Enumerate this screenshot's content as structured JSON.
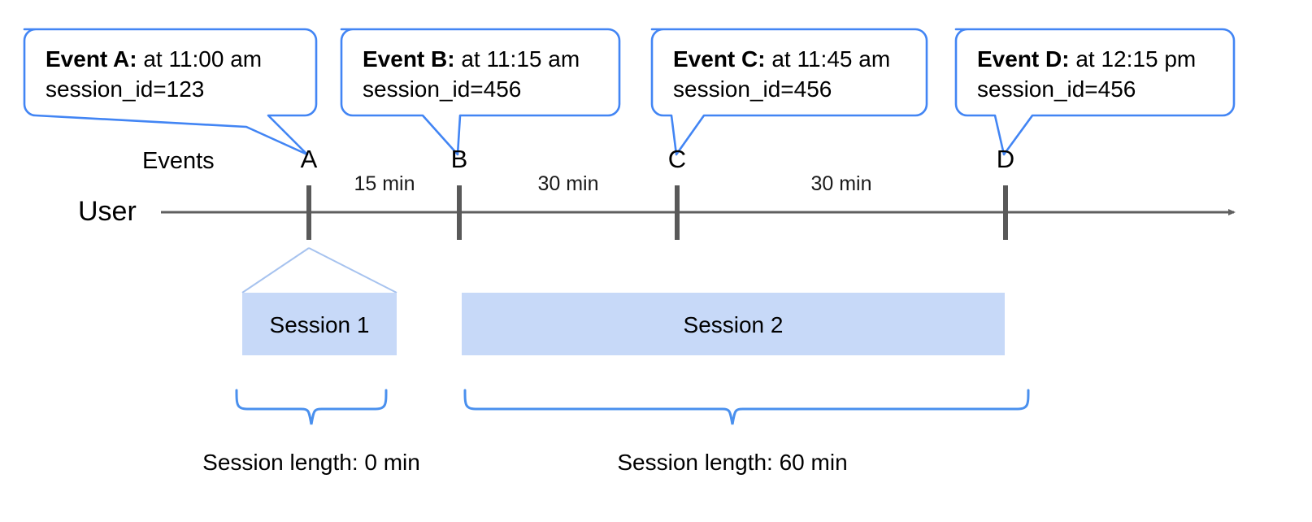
{
  "diagram": {
    "title": "User session timeline with event callouts",
    "colors": {
      "callout_border": "#4285f4",
      "brace": "#4a90ee",
      "session_fill": "#c7d9f8",
      "session_leader": "#a7c3ef",
      "axis": "#5f5f5f",
      "tick": "#595959",
      "text": "#000000"
    }
  },
  "callouts": [
    {
      "name": "event-a",
      "bold": "Event A:",
      "rest": " at 11:00 am",
      "line2": "session_id=123"
    },
    {
      "name": "event-b",
      "bold": "Event B:",
      "rest": " at 11:15 am",
      "line2": "session_id=456"
    },
    {
      "name": "event-c",
      "bold": "Event C:",
      "rest": " at 11:45 am",
      "line2": "session_id=456"
    },
    {
      "name": "event-d",
      "bold": "Event D:",
      "rest": " at 12:15 pm",
      "line2": "session_id=456"
    }
  ],
  "timeline": {
    "row_label_events": "Events",
    "row_label_user": "User",
    "events": [
      {
        "letter": "A",
        "time": "11:00 am",
        "session_id": "123"
      },
      {
        "letter": "B",
        "time": "11:15 am",
        "session_id": "456"
      },
      {
        "letter": "C",
        "time": "11:45 am",
        "session_id": "456"
      },
      {
        "letter": "D",
        "time": "12:15 pm",
        "session_id": "456"
      }
    ],
    "gaps": [
      {
        "from": "A",
        "to": "B",
        "label": "15 min"
      },
      {
        "from": "B",
        "to": "C",
        "label": "30 min"
      },
      {
        "from": "C",
        "to": "D",
        "label": "30 min"
      }
    ]
  },
  "sessions": [
    {
      "name": "session-1",
      "label": "Session 1",
      "length_label": "Session length: 0 min",
      "events": [
        "A"
      ]
    },
    {
      "name": "session-2",
      "label": "Session 2",
      "length_label": "Session length: 60 min",
      "events": [
        "B",
        "C",
        "D"
      ]
    }
  ]
}
